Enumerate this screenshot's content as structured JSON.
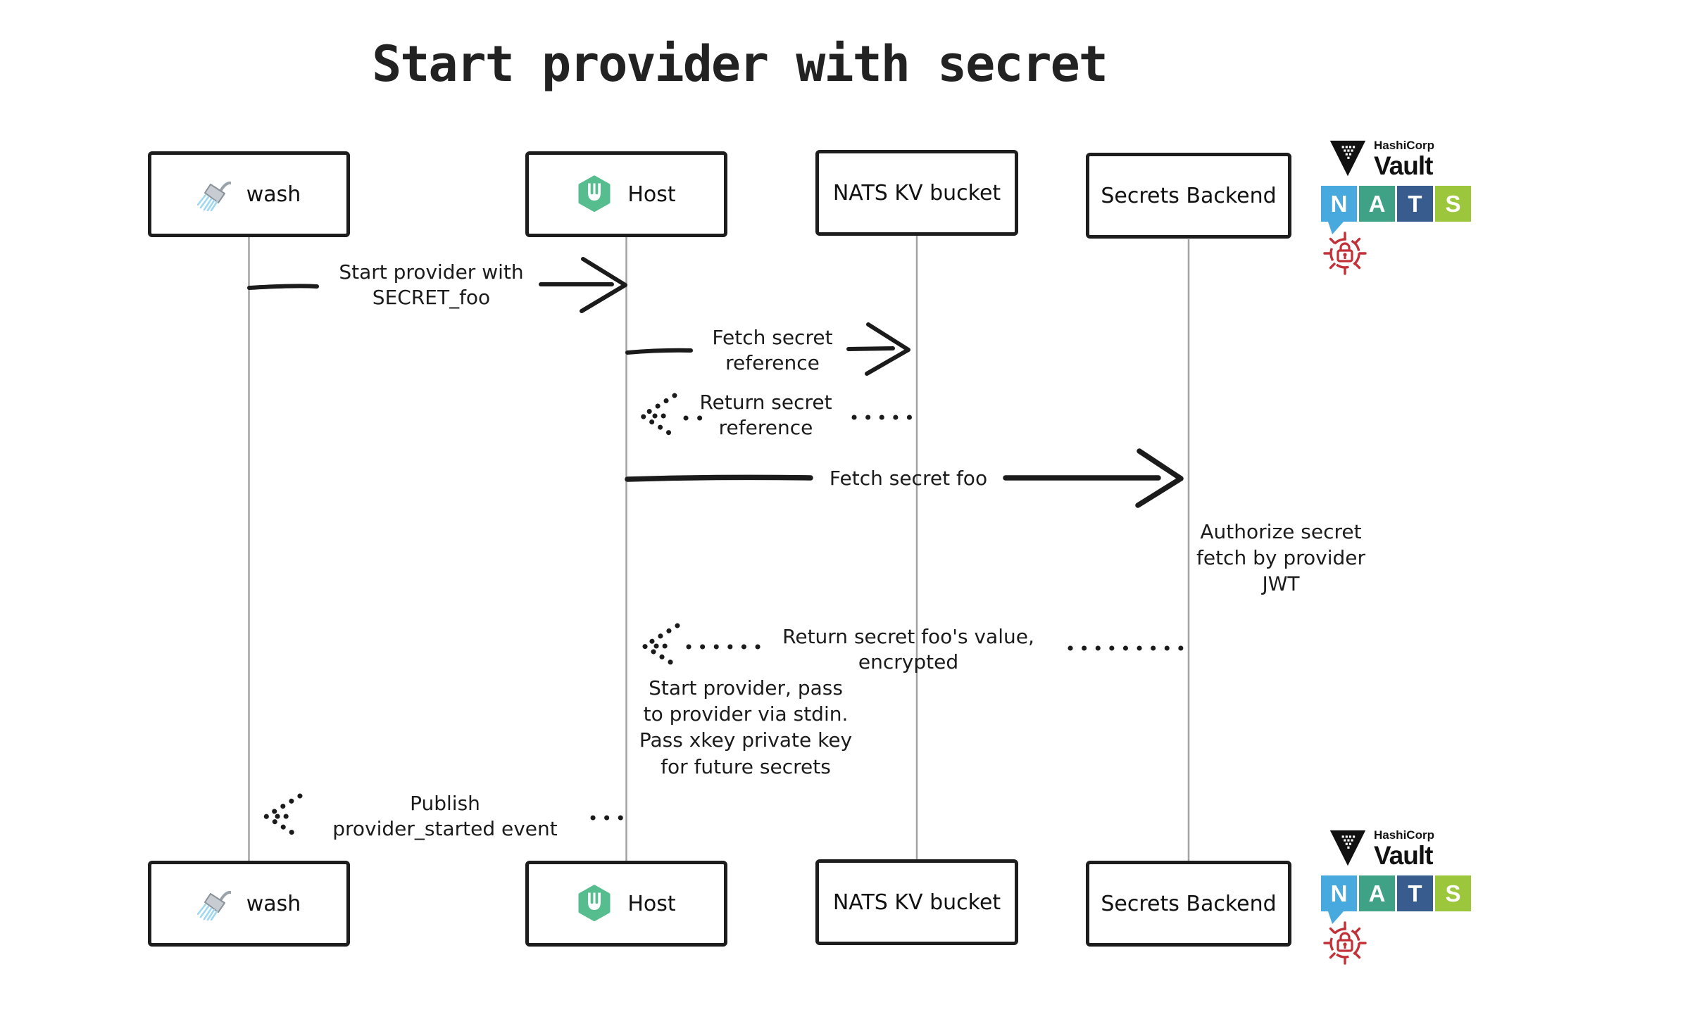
{
  "title": "Start provider with secret",
  "actors": {
    "wash": {
      "label": "wash",
      "icon": "shower-icon"
    },
    "host": {
      "label": "Host",
      "icon": "wasmcloud-hexagon-icon"
    },
    "nats": {
      "label": "NATS KV bucket"
    },
    "secrets": {
      "label": "Secrets Backend"
    }
  },
  "messages": {
    "start_provider": {
      "type": "solid",
      "from": "wash",
      "to": "host",
      "lines": [
        "Start provider with",
        "SECRET_foo"
      ]
    },
    "fetch_ref": {
      "type": "solid",
      "from": "host",
      "to": "nats",
      "lines": [
        "Fetch secret",
        "reference"
      ]
    },
    "return_ref": {
      "type": "dotted",
      "from": "nats",
      "to": "host",
      "lines": [
        "Return secret",
        "reference"
      ]
    },
    "fetch_foo": {
      "type": "solid",
      "from": "host",
      "to": "secrets",
      "lines": [
        "Fetch secret foo"
      ]
    },
    "return_foo": {
      "type": "dotted",
      "from": "secrets",
      "to": "host",
      "lines": [
        "Return secret foo's value,",
        "encrypted"
      ]
    },
    "publish": {
      "type": "dotted",
      "from": "host",
      "to": "wash",
      "lines": [
        "Publish",
        "provider_started event"
      ]
    }
  },
  "notes": {
    "authorize": {
      "lines": [
        "Authorize secret",
        "fetch by provider",
        "JWT"
      ]
    },
    "start_pass": {
      "lines": [
        "Start provider, pass",
        "to provider via stdin.",
        "Pass xkey private key",
        "for future secrets"
      ]
    }
  },
  "logos": {
    "vault": {
      "brand": "HashiCorp",
      "product": "Vault",
      "color": "#111111",
      "icon": "vault-triangle-icon"
    },
    "nats": {
      "letters": [
        "N",
        "A",
        "T",
        "S"
      ],
      "colors": [
        "#47A9DE",
        "#3FA287",
        "#375C8D",
        "#9CC73D"
      ],
      "tail_icon": "speech-bubble-tail-icon"
    },
    "secret_lock": {
      "color": "#C23138",
      "icon": "lock-crosshair-icon"
    }
  },
  "colors": {
    "arrow_stroke": "#1b1b1b",
    "lifeline": "#a3a3a3",
    "box_border": "#1d1d1d",
    "wasmcloud_green": "#56BE8E",
    "shower_spray_blue": "#9FD8EF",
    "shower_metal_gray": "#C6CCD2"
  }
}
